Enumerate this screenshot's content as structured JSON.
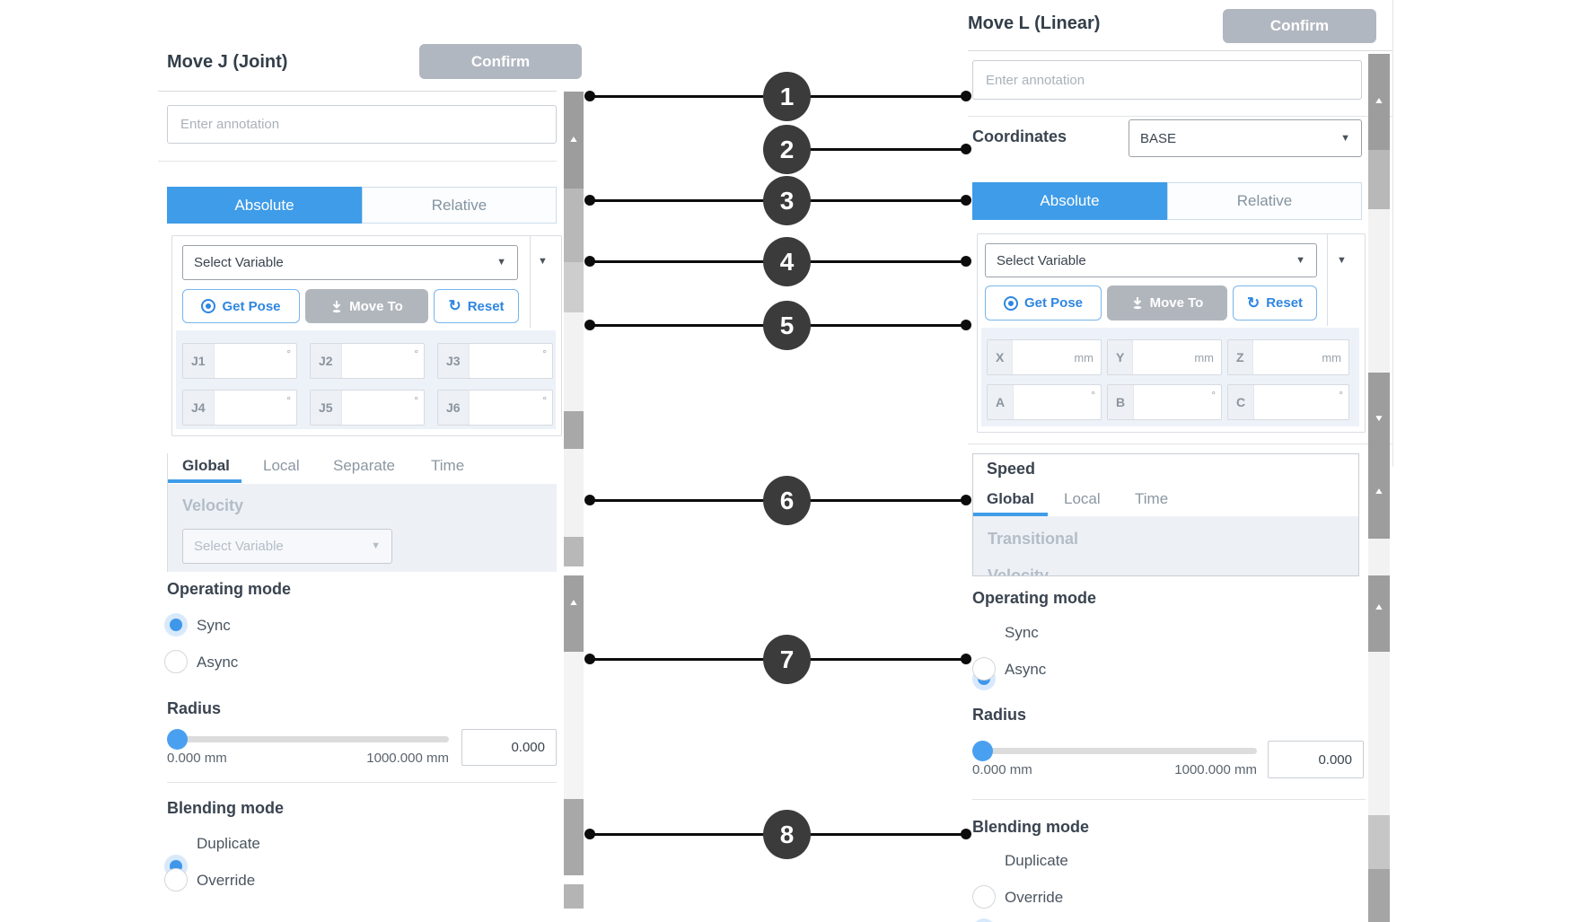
{
  "colors": {
    "accent_blue": "#3f9ce8",
    "callout_dark": "#3b3b3b",
    "confirm_grey": "#b1b7c0"
  },
  "callouts": {
    "items": [
      {
        "label": "1"
      },
      {
        "label": "2"
      },
      {
        "label": "3"
      },
      {
        "label": "4"
      },
      {
        "label": "5"
      },
      {
        "label": "6"
      },
      {
        "label": "7"
      },
      {
        "label": "8"
      }
    ]
  },
  "left": {
    "title": "Move J (Joint)",
    "confirm": "Confirm",
    "annotation_placeholder": "Enter annotation",
    "tabs": {
      "absolute": "Absolute",
      "relative": "Relative"
    },
    "variable_placeholder": "Select Variable",
    "buttons": {
      "get_pose": "Get Pose",
      "move_to": "Move To",
      "reset": "Reset"
    },
    "joints": [
      {
        "label": "J1",
        "unit": "°"
      },
      {
        "label": "J2",
        "unit": "°"
      },
      {
        "label": "J3",
        "unit": "°"
      },
      {
        "label": "J4",
        "unit": "°"
      },
      {
        "label": "J5",
        "unit": "°"
      },
      {
        "label": "J6",
        "unit": "°"
      }
    ],
    "speed_tabs": [
      {
        "label": "Global"
      },
      {
        "label": "Local"
      },
      {
        "label": "Separate"
      },
      {
        "label": "Time"
      }
    ],
    "velocity": {
      "label": "Velocity",
      "placeholder": "Select Variable"
    },
    "operating": {
      "label": "Operating mode",
      "sync": "Sync",
      "async": "Async"
    },
    "radius": {
      "label": "Radius",
      "min": "0.000 mm",
      "max": "1000.000 mm",
      "value": "0.000"
    },
    "blending": {
      "label": "Blending mode",
      "duplicate": "Duplicate",
      "override": "Override"
    }
  },
  "right": {
    "title": "Move L (Linear)",
    "confirm": "Confirm",
    "annotation_placeholder": "Enter annotation",
    "coordinates": {
      "label": "Coordinates",
      "value": "BASE"
    },
    "tabs": {
      "absolute": "Absolute",
      "relative": "Relative"
    },
    "variable_placeholder": "Select Variable",
    "buttons": {
      "get_pose": "Get Pose",
      "move_to": "Move To",
      "reset": "Reset"
    },
    "axes_mm": [
      {
        "label": "X",
        "unit": "mm"
      },
      {
        "label": "Y",
        "unit": "mm"
      },
      {
        "label": "Z",
        "unit": "mm"
      }
    ],
    "axes_deg": [
      {
        "label": "A",
        "unit": "°"
      },
      {
        "label": "B",
        "unit": "°"
      },
      {
        "label": "C",
        "unit": "°"
      }
    ],
    "speed": {
      "title": "Speed",
      "tabs": [
        {
          "label": "Global"
        },
        {
          "label": "Local"
        },
        {
          "label": "Time"
        }
      ],
      "transitional": "Transitional",
      "velocity_clipped": "Velocity"
    },
    "operating": {
      "label": "Operating mode",
      "sync": "Sync",
      "async": "Async"
    },
    "radius": {
      "label": "Radius",
      "min": "0.000 mm",
      "max": "1000.000 mm",
      "value": "0.000"
    },
    "blending": {
      "label": "Blending mode",
      "duplicate": "Duplicate",
      "override": "Override"
    }
  }
}
